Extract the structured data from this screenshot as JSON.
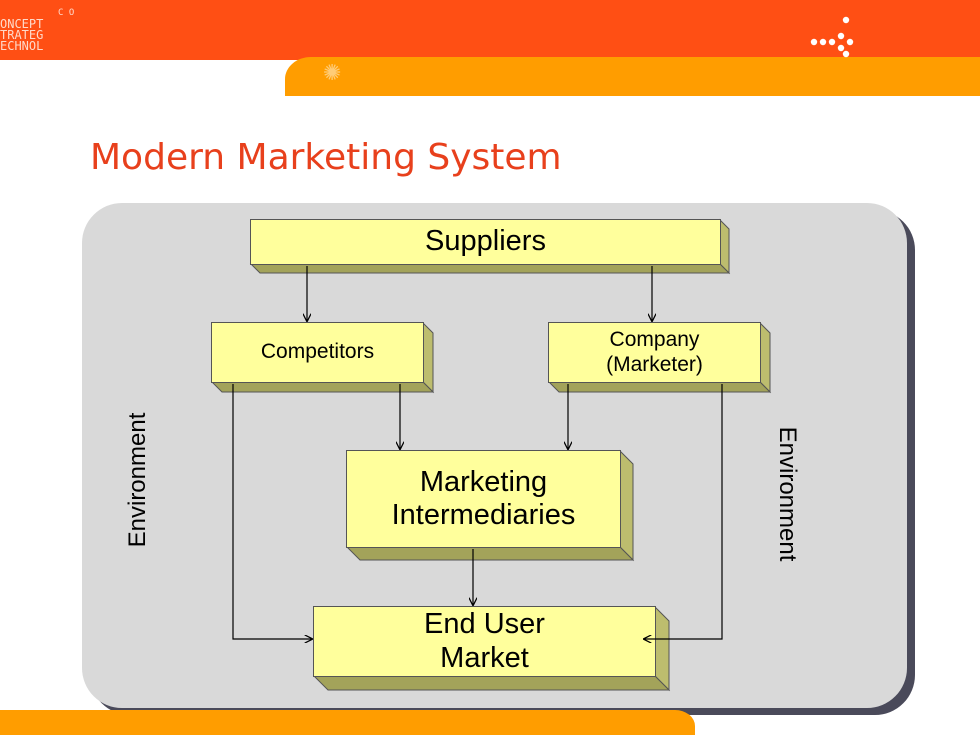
{
  "slide": {
    "title": "Modern Marketing System",
    "logo_lines": [
      "C O",
      "ONCEPT",
      "TRATEG",
      "ECHNOL"
    ]
  },
  "diagram": {
    "boxes": {
      "suppliers": "Suppliers",
      "competitors": "Competitors",
      "company_line1": "Company",
      "company_line2": "(Marketer)",
      "intermediaries_line1": "Marketing",
      "intermediaries_line2": "Intermediaries",
      "end_user_line1": "End User",
      "end_user_line2": "Market"
    },
    "environment_left": "Environment",
    "environment_right": "Environment"
  },
  "colors": {
    "top_bar": "#ff4f14",
    "accent_bar": "#ff9d00",
    "title": "#e8401c",
    "panel": "#d9d9d9",
    "box_fill": "#ffff9c"
  }
}
